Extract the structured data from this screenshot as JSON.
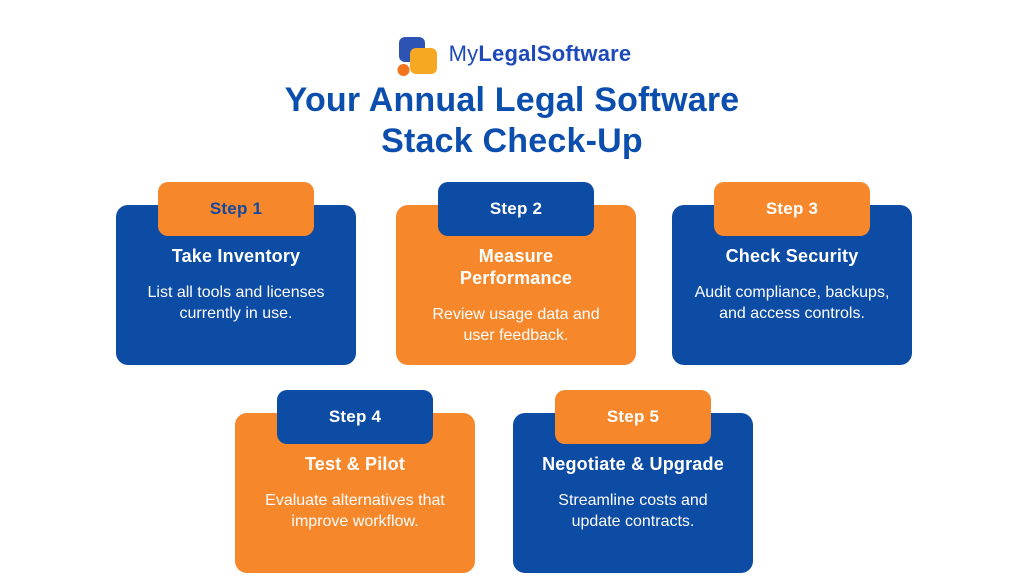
{
  "colors": {
    "brand_blue": "#0d4ca4",
    "brand_orange": "#f6872a",
    "title_blue": "#0b4ead",
    "logo_text_blue": "#1d4ab8",
    "logo_mark_blue": "#2d53b5",
    "logo_mark_amber": "#f7a823",
    "logo_mark_orange": "#f4741c",
    "background": "#ffffff"
  },
  "logo": {
    "brand_prefix": "My",
    "brand_suffix": "LegalSoftware",
    "mark": "overlapping-squares-and-dot-logo"
  },
  "title": {
    "line1": "Your Annual Legal Software",
    "line2": "Stack Check-Up"
  },
  "steps": [
    {
      "label": "Step 1",
      "heading": "Take Inventory",
      "body": "List all tools and licenses currently in use.",
      "tab_color": "orange",
      "card_color": "blue",
      "label_color": "blue"
    },
    {
      "label": "Step 2",
      "heading": "Measure Performance",
      "body": "Review usage data and user feedback.",
      "tab_color": "blue",
      "card_color": "orange",
      "label_color": "white"
    },
    {
      "label": "Step 3",
      "heading": "Check Security",
      "body": "Audit compliance, backups, and access controls.",
      "tab_color": "orange",
      "card_color": "blue",
      "label_color": "white"
    },
    {
      "label": "Step 4",
      "heading": "Test & Pilot",
      "body": "Evaluate alternatives that improve workflow.",
      "tab_color": "blue",
      "card_color": "orange",
      "label_color": "white"
    },
    {
      "label": "Step 5",
      "heading": "Negotiate & Upgrade",
      "body": "Streamline costs and update contracts.",
      "tab_color": "orange",
      "card_color": "blue",
      "label_color": "white"
    }
  ]
}
